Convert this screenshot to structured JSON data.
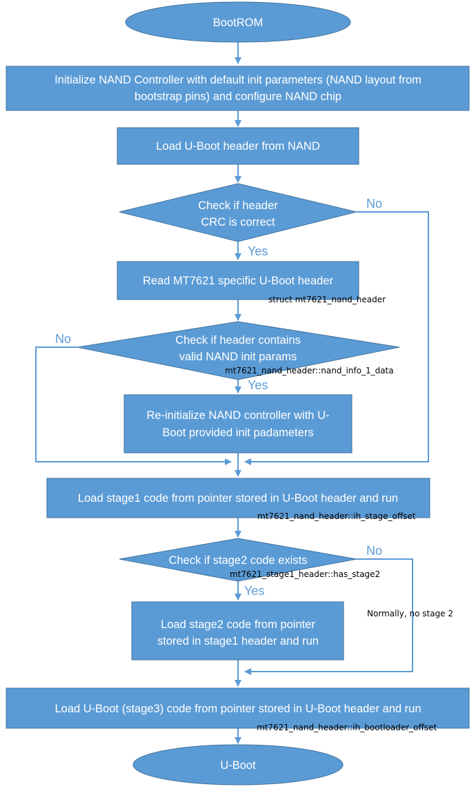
{
  "nodes": {
    "bootrom": "BootROM",
    "init_nand": [
      "Initialize NAND Controller with default init parameters (NAND layout from",
      "bootstrap pins) and configure NAND chip"
    ],
    "load_header": "Load U-Boot header from NAND",
    "check_crc": [
      "Check if header",
      "CRC is correct"
    ],
    "read_mt7621": "Read MT7621 specific U-Boot header",
    "check_params": [
      "Check if header contains",
      "valid NAND init params"
    ],
    "reinit": [
      "Re-initialize NAND controller with U-",
      "Boot provided init padameters"
    ],
    "load_stage1": "Load stage1 code from pointer stored in U-Boot header and run",
    "check_stage2": "Check if stage2 code exists",
    "load_stage2": [
      "Load stage2 code from pointer",
      "stored in stage1 header and run"
    ],
    "load_uboot": "Load U-Boot (stage3) code from pointer stored in U-Boot header and run",
    "uboot": "U-Boot"
  },
  "edge_labels": {
    "crc_no": "No",
    "crc_yes": "Yes",
    "params_no": "No",
    "params_yes": "Yes",
    "stage2_no": "No",
    "stage2_yes": "Yes"
  },
  "annotations": {
    "struct_header": "struct mt7621_nand_header",
    "nand_info": "mt7621_nand_header::nand_info_1_data",
    "stage_offset": "mt7621_nand_header::ih_stage_offset",
    "has_stage2": "mt7621_stage1_header::has_stage2",
    "no_stage2_note": "Normally, no stage 2",
    "bootloader_offset": "mt7621_nand_header::ih_bootloader_offset"
  }
}
